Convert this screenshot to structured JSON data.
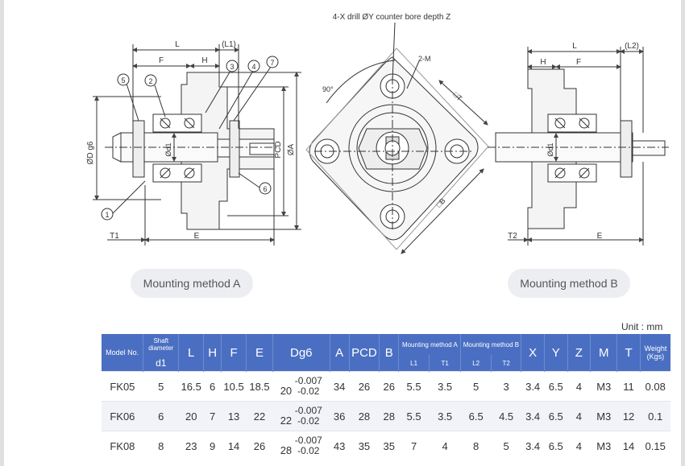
{
  "drawing": {
    "callout": "4-X drill ØY counter bore depth Z",
    "left_view": {
      "dims": {
        "L": "L",
        "L1": "(L1)",
        "F": "F",
        "H": "H",
        "E": "E",
        "T1": "T1",
        "D": "ØD g6",
        "d1": "Ød1",
        "PCD": "PCD",
        "A": "ØA"
      },
      "balloons": [
        "1",
        "2",
        "3",
        "4",
        "5",
        "6",
        "7"
      ]
    },
    "front_view": {
      "angle": "90°",
      "two_m": "2-M",
      "T": "□T",
      "B": "□B"
    },
    "right_view": {
      "dims": {
        "L": "L",
        "L2": "(L2)",
        "H": "H",
        "F": "F",
        "E": "E",
        "T2": "T2",
        "d1": "Ød1"
      }
    }
  },
  "labels": {
    "method_a": "Mounting method A",
    "method_b": "Mounting method B",
    "unit": "Unit : mm"
  },
  "table": {
    "headers": {
      "model": "Model No.",
      "shaft": "Shaft diameter",
      "d1": "d1",
      "L": "L",
      "H": "H",
      "F": "F",
      "E": "E",
      "dg6": "Dg6",
      "A": "A",
      "PCD": "PCD",
      "B": "B",
      "mount_a": "Mounting method A",
      "mount_b": "Mounting method B",
      "L1": "L1",
      "T1": "T1",
      "L2": "L2",
      "T2": "T2",
      "X": "X",
      "Y": "Y",
      "Z": "Z",
      "M": "M",
      "T": "T",
      "weight": "Weight (Kgs)"
    },
    "rows": [
      {
        "model": "FK05",
        "d1": "5",
        "L": "16.5",
        "H": "6",
        "F": "10.5",
        "E": "18.5",
        "D": "20",
        "tol_up": "-0.007",
        "tol_low": "-0.02",
        "A": "34",
        "PCD": "26",
        "B": "26",
        "L1": "5.5",
        "T1": "3.5",
        "L2": "5",
        "T2": "3",
        "X": "3.4",
        "Y": "6.5",
        "Z": "4",
        "M": "M3",
        "T": "11",
        "W": "0.08"
      },
      {
        "model": "FK06",
        "d1": "6",
        "L": "20",
        "H": "7",
        "F": "13",
        "E": "22",
        "D": "22",
        "tol_up": "-0.007",
        "tol_low": "-0.02",
        "A": "36",
        "PCD": "28",
        "B": "28",
        "L1": "5.5",
        "T1": "3.5",
        "L2": "6.5",
        "T2": "4.5",
        "X": "3.4",
        "Y": "6.5",
        "Z": "4",
        "M": "M3",
        "T": "12",
        "W": "0.1"
      },
      {
        "model": "FK08",
        "d1": "8",
        "L": "23",
        "H": "9",
        "F": "14",
        "E": "26",
        "D": "28",
        "tol_up": "-0.007",
        "tol_low": "-0.02",
        "A": "43",
        "PCD": "35",
        "B": "35",
        "L1": "7",
        "T1": "4",
        "L2": "8",
        "T2": "5",
        "X": "3.4",
        "Y": "6.5",
        "Z": "4",
        "M": "M3",
        "T": "14",
        "W": "0.15"
      }
    ]
  }
}
